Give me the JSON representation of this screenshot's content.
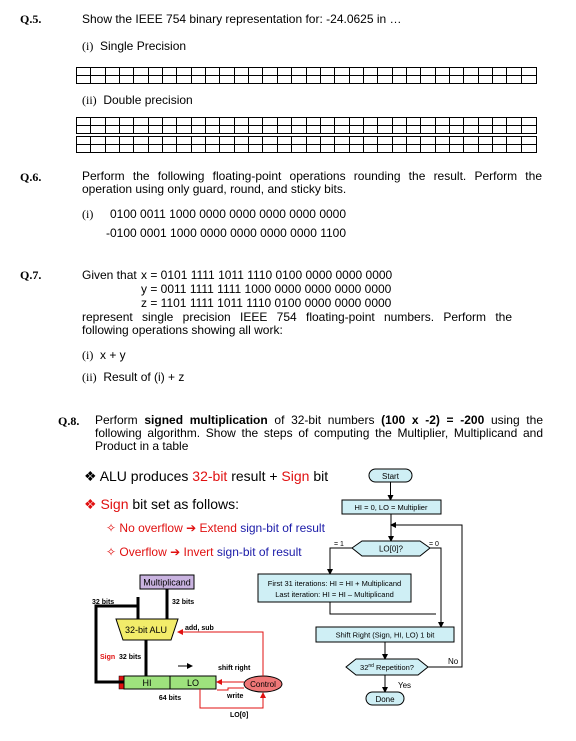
{
  "q5": {
    "num": "Q.5.",
    "prompt": "Show the IEEE 754 binary representation for: -24.0625 in …",
    "part_i": "(i)",
    "part_i_label": "Single Precision",
    "part_ii": "(ii)",
    "part_ii_label": "Double precision"
  },
  "q6": {
    "num": "Q.6.",
    "text": "Perform the following floating-point operations rounding the result. Perform the operation using only guard, round, and sticky bits.",
    "part_i": "(i)",
    "line1": "0100 0011 1000 0000 0000 0000 0000 0000",
    "line2": "-0100 0001 1000 0000 0000 0000 0000 1100"
  },
  "q7": {
    "num": "Q.7.",
    "given": "Given that",
    "x_eq": "x = 0101 1111 1011 1110 0100 0000 0000 0000",
    "y_eq": "y = 0011 1111 1111 1000 0000 0000 0000 0000",
    "z_eq": "z = 1101 1111 1011 1110 0100 0000 0000 0000",
    "text": "represent single precision IEEE 754 floating-point numbers. Perform the following operations showing all work:",
    "part_i": "(i)",
    "part_i_text": "x + y",
    "part_ii": "(ii)",
    "part_ii_text": "Result of (i) + z"
  },
  "q8": {
    "num": "Q.8.",
    "t1": "Perform ",
    "t2": "signed multiplication",
    "t3": " of 32-bit numbers ",
    "t4": "(100 x -2) = -200",
    "t5": " using the following algorithm. Show the steps of computing the Multiplier, Multiplicand and Product in a table",
    "bullet1_a": "ALU produces ",
    "bullet1_b": "32-bit",
    "bullet1_c": " result + ",
    "bullet1_d": "Sign",
    "bullet1_e": " bit",
    "bullet2_a": "Sign",
    "bullet2_b": " bit set as follows:",
    "sub1_a": "No overflow ",
    "sub1_b": "Extend ",
    "sub1_c": "sign-bit of result",
    "sub2_a": "Overflow ",
    "sub2_b": "Invert ",
    "sub2_c": "sign-bit of result"
  },
  "hardware": {
    "multiplicand": "Multiplicand",
    "bits32_left": "32 bits",
    "bits32_right": "32 bits",
    "alu": "32-bit ALU",
    "add_sub": "add, sub",
    "sign": "Sign",
    "sign_bits": "32 bits",
    "hi": "HI",
    "lo": "LO",
    "bits64": "64 bits",
    "shift_right": "shift right",
    "control": "Control",
    "write": "write",
    "lo0": "LO[0]"
  },
  "flowchart": {
    "start": "Start",
    "init": "HI = 0, LO = Multiplier",
    "decision": "LO[0]?",
    "eq1": "= 1",
    "eq0": "= 0",
    "first31": "First 31 iterations: HI = HI + Multiplicand",
    "last": "Last iteration: HI = HI – Multiplicand",
    "shift": "Shift Right (Sign, HI, LO) 1 bit",
    "repetition": "32",
    "repetition_sup": "nd",
    "repetition_rest": " Repetition?",
    "no": "No",
    "yes": "Yes",
    "done": "Done"
  },
  "colors": {
    "red": "#e01010",
    "blue": "#1a1aa8",
    "cyan_box": "#cfeff5",
    "alu_yellow": "#f2ec6a",
    "mcand_purple": "#c9b3e0",
    "hilo_green": "#9ee27d",
    "control_red": "#ef7777"
  }
}
